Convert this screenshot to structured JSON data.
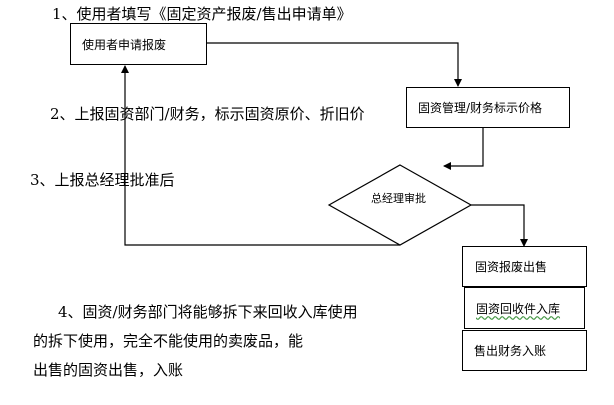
{
  "steps": {
    "step1": "1、使用者填写《固定资产报废/售出申请单》",
    "step2": "2、上报固资部门/财务，标示固资原价、折旧价",
    "step3": "3、上报总经理批准后",
    "step4_line1": "4、固资/财务部门将能够拆下来回收入库使用",
    "step4_line2": "的拆下使用，完全不能使用的卖废品，能",
    "step4_line3": "出售的固资出售，入账"
  },
  "nodes": {
    "user_apply": "使用者申请报废",
    "asset_mgmt": "固资管理/财务标示价格",
    "gm_approve": "总经理审批",
    "scrap_sell": "固资报废出售",
    "recycle": "固资回收件入库",
    "sell_account": "售出财务入账"
  }
}
